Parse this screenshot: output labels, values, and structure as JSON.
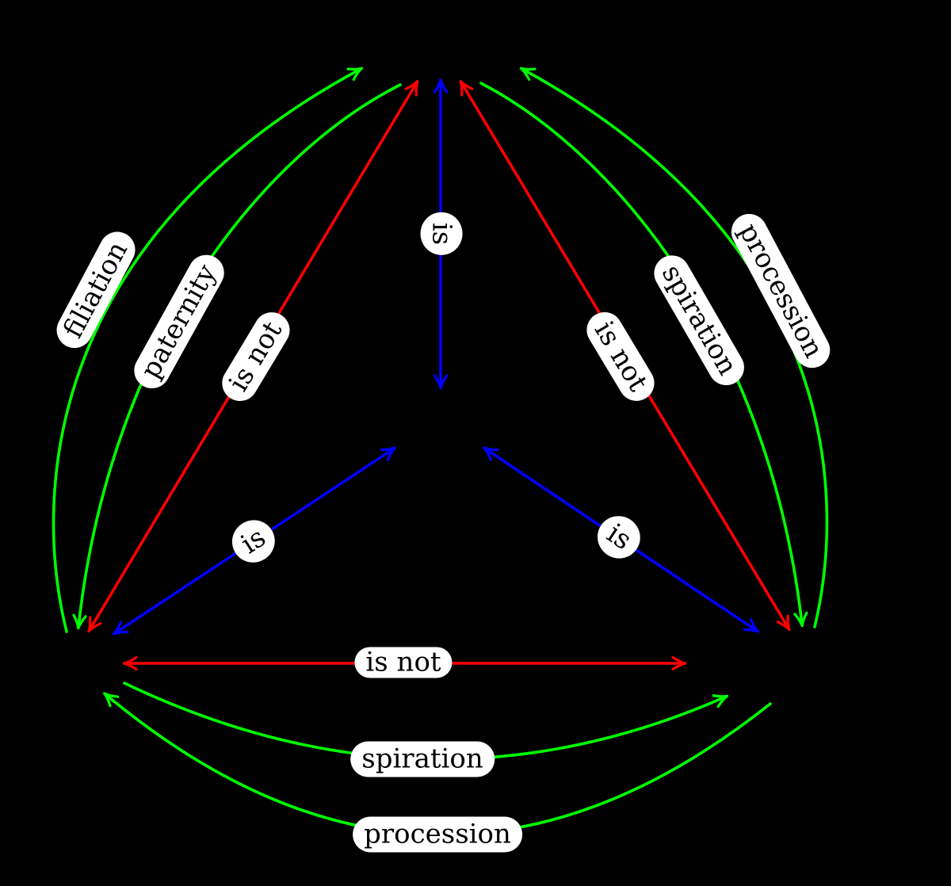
{
  "colors": {
    "background": "#000000",
    "green": "#00ff00",
    "red": "#ff0000",
    "blue": "#0000ff",
    "pill_bg": "#ffffff",
    "pill_text": "#000000"
  },
  "edge_labels": {
    "left_outer_arc": "filiation",
    "left_inner_arc": "paternity",
    "left_diagonal": "is not",
    "top_vertical": "is",
    "right_diagonal": "is not",
    "right_inner_arc": "spiration",
    "right_outer_arc": "procession",
    "lower_left_diagonal": "is",
    "lower_right_diagonal": "is",
    "bottom_horizontal": "is not",
    "bottom_inner_arc": "spiration",
    "bottom_outer_arc": "procession"
  }
}
